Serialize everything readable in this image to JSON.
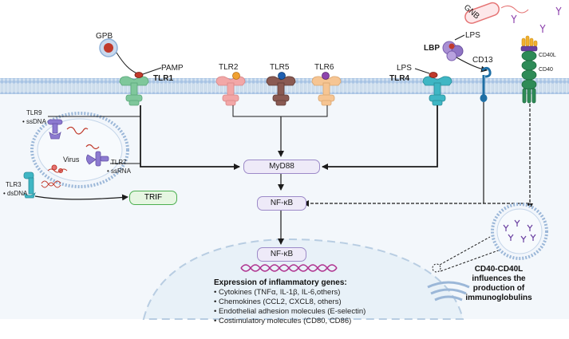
{
  "labels": {
    "gpb": "GPB",
    "pamp": "PAMP",
    "tlr1": "TLR1",
    "tlr2": "TLR2",
    "tlr5": "TLR5",
    "tlr6": "TLR6",
    "gnb": "GNB",
    "lbp": "LBP",
    "lps_top": "LPS",
    "lps_tlr4": "LPS",
    "tlr4": "TLR4",
    "cd13": "CD13",
    "cd40l": "CD40L",
    "cd40": "CD40",
    "tlr9": "TLR9",
    "ssdna": "• ssDNA",
    "virus": "Virus",
    "tlr7": "TLR7",
    "ssrna": "• ssRNA",
    "tlr3": "TLR3",
    "dsdna": "• dsDNA",
    "trif": "TRIF",
    "myd88": "MyD88",
    "nfkb_cyto": "NF-κB",
    "nfkb_nuc": "NF-κB"
  },
  "expression": {
    "heading": "Expression of inflammatory genes:",
    "items": [
      "• Cytokines (TNFα, IL-1β, IL-6,others)",
      "• Chemokines (CCL2, CXCL8, others)",
      "• Endothelial adhesion molecules (E-selectin)",
      "• Costimulatory molecules (CD80, CD86)"
    ]
  },
  "cd40_note": {
    "lines": [
      "CD40-CD40L",
      "influences the",
      "production of",
      "immunoglobulins"
    ]
  },
  "colors": {
    "membrane_head": "#a9c4e4",
    "membrane_tail": "#d9e6f2",
    "cytoplasm": "#f3f7fb",
    "nucleus": "#e8f1f8",
    "tlr1": "#7fc79b",
    "tlr2": "#f2a7a7",
    "tlr5": "#8a5a52",
    "tlr6": "#f6c593",
    "tlr4": "#3fb6c4",
    "cd40": "#2e8b57",
    "cd40l": "#f2b02e",
    "node_fill": "#eeeaf8",
    "node_border": "#9c8ac8",
    "trif_fill": "#e6f6e2",
    "trif_border": "#4caf50",
    "dna": "#b0328f"
  }
}
